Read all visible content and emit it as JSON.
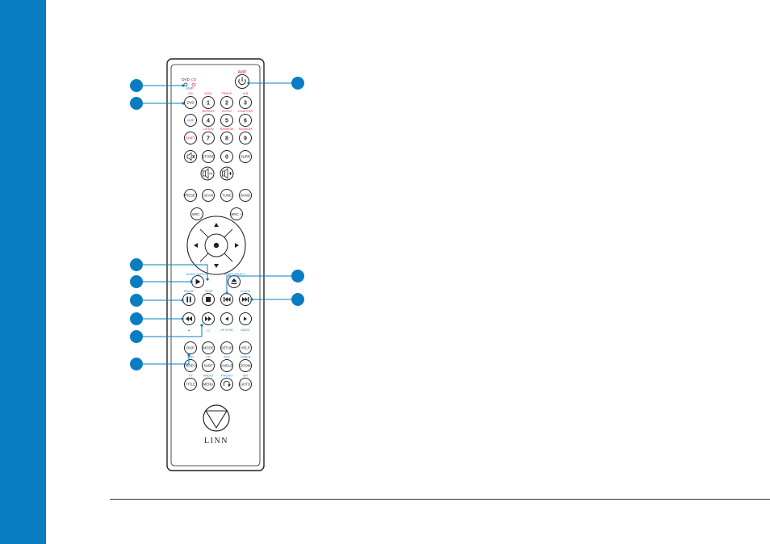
{
  "remote": {
    "brand": "LINN",
    "label_colors": {
      "red": "#e0262b",
      "blue": "#1f87d6",
      "body_line": "#222222",
      "callout": "#0a7dc2"
    },
    "top": {
      "mode_left": "DVD",
      "mode_right": "CD",
      "mode_bottom": "AMP",
      "power_label": "AMP"
    },
    "rows": [
      {
        "left": {
          "label": "DVD",
          "top": "CD",
          "top_color": "red"
        },
        "keys": [
          {
            "label": "1",
            "top": "DISC"
          },
          {
            "label": "2",
            "top": "TRACK"
          },
          {
            "label": "3",
            "top": "A-B"
          }
        ]
      },
      {
        "left": {
          "label": "AMP",
          "blue": true
        },
        "keys": [
          {
            "label": "4",
            "top": "REPEAT"
          },
          {
            "label": "5",
            "top": "INTRO"
          },
          {
            "label": "6",
            "top": "CHAPTER"
          }
        ]
      },
      {
        "left": {
          "label": "SHIFT",
          "red": true
        },
        "keys": [
          {
            "label": "7",
            "top": "LISTEN"
          },
          {
            "label": "8",
            "top": "RANDOM"
          },
          {
            "label": "9",
            "top": "RANDOM"
          }
        ]
      },
      {
        "left": {
          "label": "MUTE"
        },
        "keys": [
          {
            "label": "STORE"
          },
          {
            "label": "0"
          },
          {
            "label": "SURR"
          }
        ]
      }
    ],
    "volume": {
      "minus": "VOL-",
      "plus": "VOL+"
    },
    "tuner_row": [
      "PRESET",
      "SCAN",
      "TUNE",
      "BAND"
    ],
    "source_buttons": {
      "left": "SRC -",
      "right": "SRC +"
    },
    "transport_labels": {
      "play_top": "AUDIO SELECT",
      "eject_top": "AUDIO SELECT",
      "pause_top": "PAUSE",
      "stop_top": "STOP",
      "next_top": "CLOCK",
      "lipsync": "LIP SYNC",
      "audio": "AUDIO"
    },
    "bottom_rows": [
      {
        "keys": [
          {
            "label": "DISP"
          },
          {
            "label": "MODE"
          },
          {
            "label": "SETUP"
          },
          {
            "label": "HELP"
          }
        ]
      },
      {
        "keys": [
          {
            "label": "VIDEO",
            "top": "OSD"
          },
          {
            "label": "SUBT",
            "top": "CD"
          },
          {
            "label": "ANGLE",
            "top": "AUX"
          },
          {
            "label": "ZOOM",
            "top": "TUNER"
          }
        ]
      },
      {
        "keys": [
          {
            "label": "TITLE",
            "top": "TV"
          },
          {
            "label": "MENU",
            "top": "RADIO"
          },
          {
            "label": "RETURN",
            "top": "PHONO"
          },
          {
            "label": "GOTO",
            "top": "SAT"
          }
        ]
      }
    ]
  }
}
